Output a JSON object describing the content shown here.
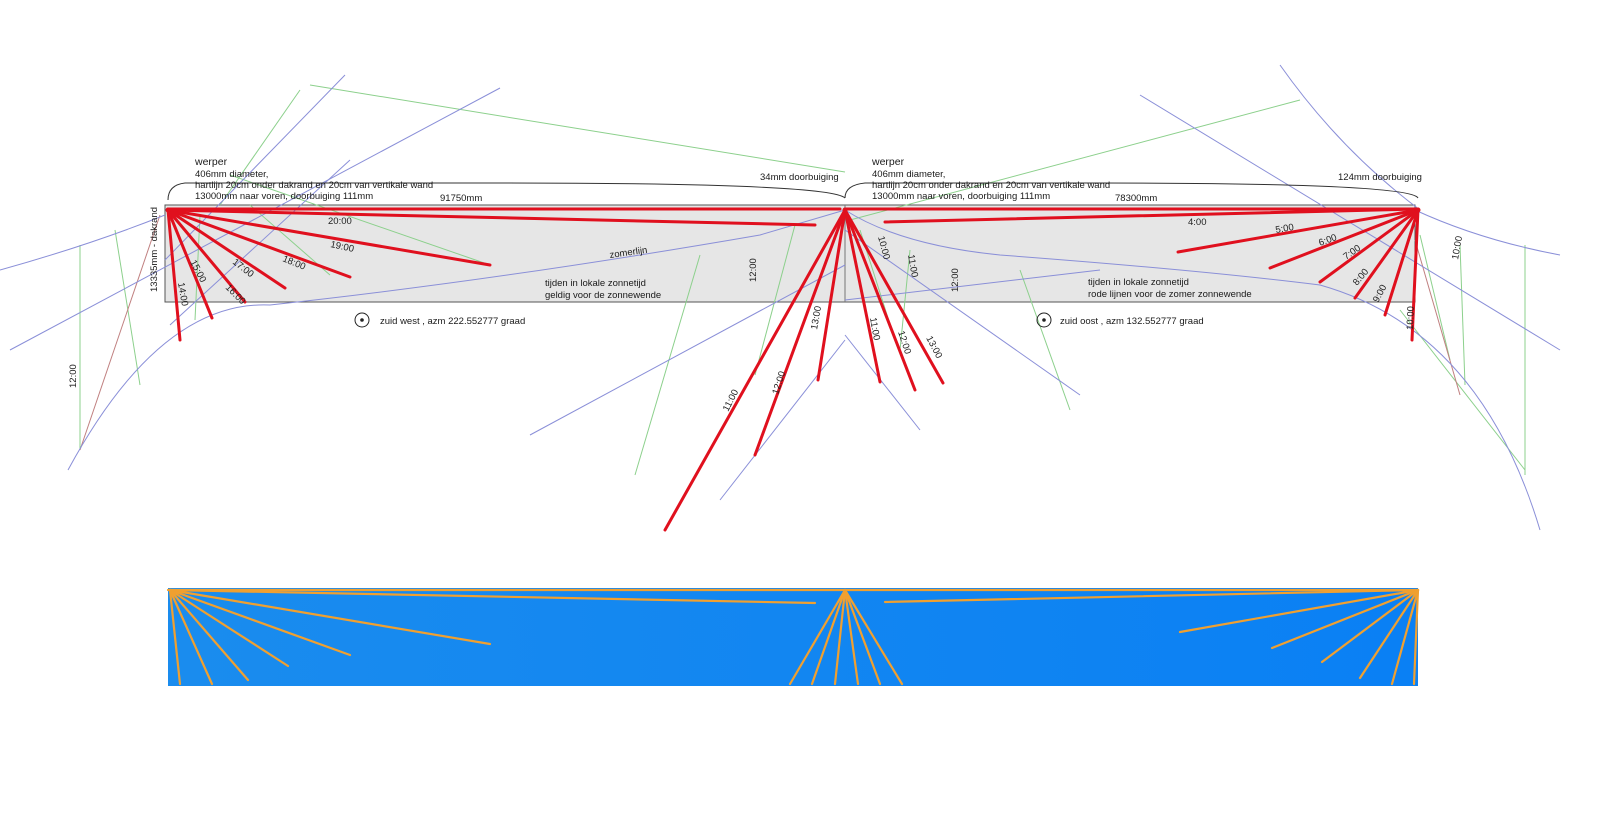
{
  "colors": {
    "red_lines": "#e0101e",
    "orange_lines": "#f0a030",
    "blue_panel": "#1e8ef0",
    "grey_band": "#e6e6e6",
    "blue_curves": "#8a8fd8",
    "green_lines": "#8cd08c",
    "brown_lines": "#c08080"
  },
  "left": {
    "werper": "werper",
    "spec1": "406mm diameter,",
    "spec2": "hartlijn 20cm onder dakrand en 20cm van vertikale wand",
    "spec3": "13000mm naar voren, doorbuiging 111mm",
    "width_label": "91750mm",
    "height_label": "13335mm - dakrand",
    "zomerlijn": "zomerlijn",
    "note1": "tijden in lokale zonnetijd",
    "note2": "geldig voor de zonnewende",
    "direction": "zuid west , azm 222.552777 graad",
    "hours": [
      "20:00",
      "19:00",
      "18:00",
      "17:00",
      "16:00",
      "15:00",
      "14:00"
    ],
    "far_hour": "12:00"
  },
  "middle": {
    "deflection": "34mm doorbuiging",
    "werper": "werper",
    "spec1": "406mm diameter,",
    "spec2": "hartlijn 20cm onder dakrand en 20cm van vertikale wand",
    "spec3": "13000mm naar voren, doorbuiging 111mm",
    "hours": [
      "10:00",
      "11:00",
      "12:00",
      "13:00",
      "11:00",
      "12:00",
      "13:00",
      "11:00",
      "12:00",
      "12:00"
    ]
  },
  "right": {
    "deflection": "124mm doorbuiging",
    "width_label": "78300mm",
    "note1": "tijden in lokale zonnetijd",
    "note2": "rode lijnen voor de zomer zonnewende",
    "direction": "zuid oost , azm 132.552777 graad",
    "hours": [
      "4:00",
      "5:00",
      "6:00",
      "7:00",
      "8:00",
      "9:00",
      "10:00"
    ],
    "far_hour": "10:00"
  }
}
